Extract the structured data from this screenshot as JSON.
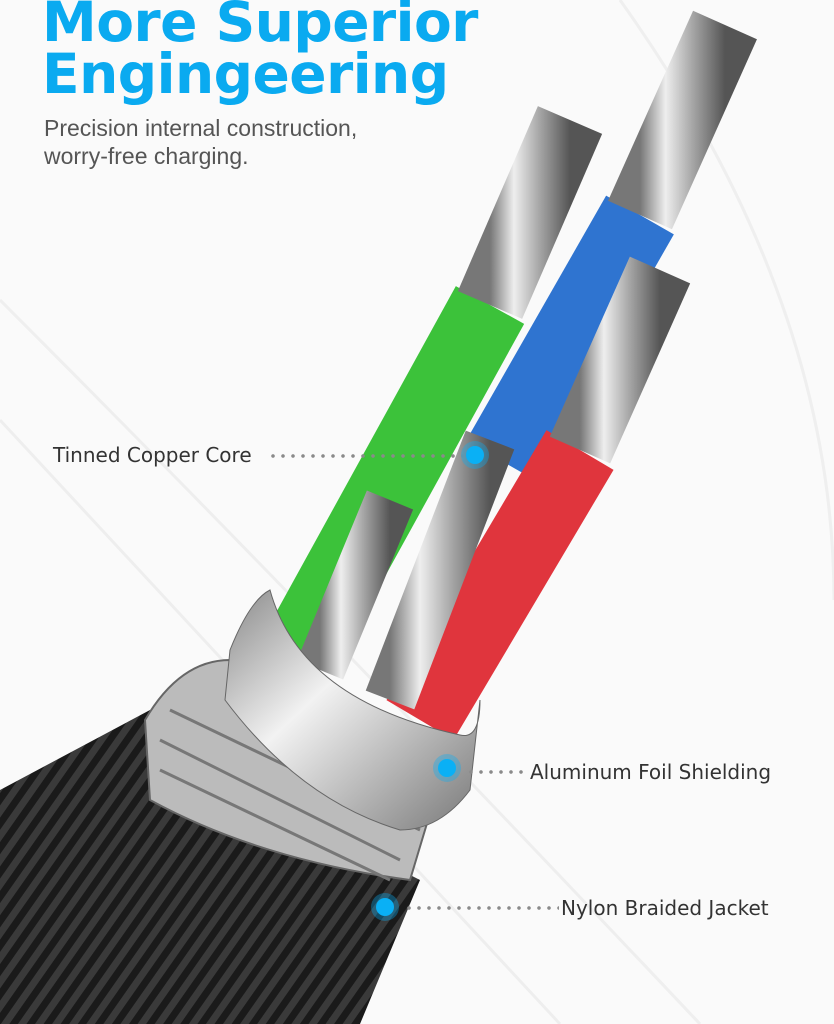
{
  "headline": {
    "line1": "More Superior",
    "line2": "Engingeering"
  },
  "subtitle": {
    "line1": "Precision internal construction,",
    "line2": "worry-free charging."
  },
  "callouts": [
    {
      "label": "Tinned Copper Core"
    },
    {
      "label": "Aluminum Foil Shielding"
    },
    {
      "label": "Nylon Braided Jacket"
    }
  ],
  "colors": {
    "accent": "#0aaaf0",
    "wire_green": "#3cc23a",
    "wire_blue": "#2f74d0",
    "wire_red": "#e0353d"
  }
}
